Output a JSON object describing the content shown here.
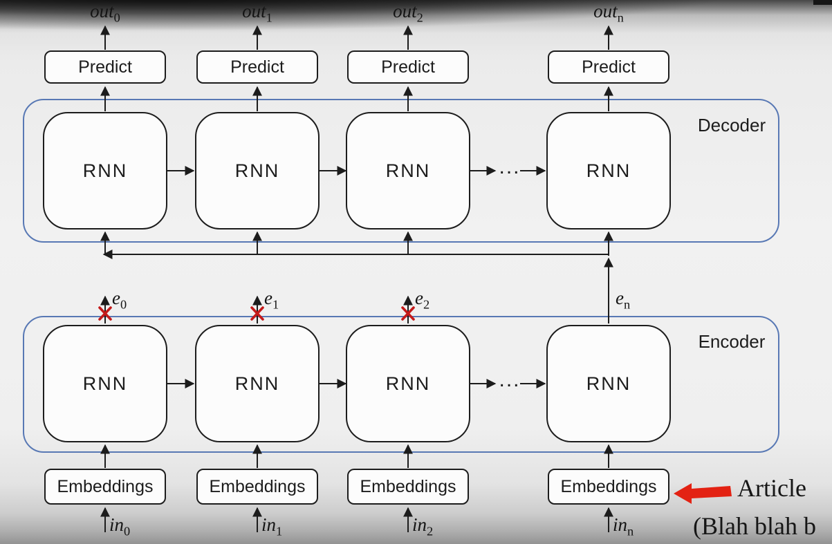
{
  "colors": {
    "box_border": "#1c1c1c",
    "container_border": "#5878b4",
    "cross": "#c41a1a",
    "annotation_arrow": "#e32213",
    "text": "#1c1c1c"
  },
  "labels": {
    "decoder": "Decoder",
    "encoder": "Encoder",
    "rnn": "RNN",
    "predict": "Predict",
    "embeddings": "Embeddings",
    "ellipsis": "..."
  },
  "columns": [
    {
      "out_base": "out",
      "out_sub": "0",
      "e_base": "e",
      "e_sub": "0",
      "e_crossed": true,
      "in_base": "in",
      "in_sub": "0"
    },
    {
      "out_base": "out",
      "out_sub": "1",
      "e_base": "e",
      "e_sub": "1",
      "e_crossed": true,
      "in_base": "in",
      "in_sub": "1"
    },
    {
      "out_base": "out",
      "out_sub": "2",
      "e_base": "e",
      "e_sub": "2",
      "e_crossed": true,
      "in_base": "in",
      "in_sub": "2"
    },
    {
      "out_base": "out",
      "out_sub": "n",
      "e_base": "e",
      "e_sub": "n",
      "e_crossed": false,
      "in_base": "in",
      "in_sub": "n"
    }
  ],
  "annotation": {
    "line1": "Article",
    "line2": "(Blah blah b"
  }
}
